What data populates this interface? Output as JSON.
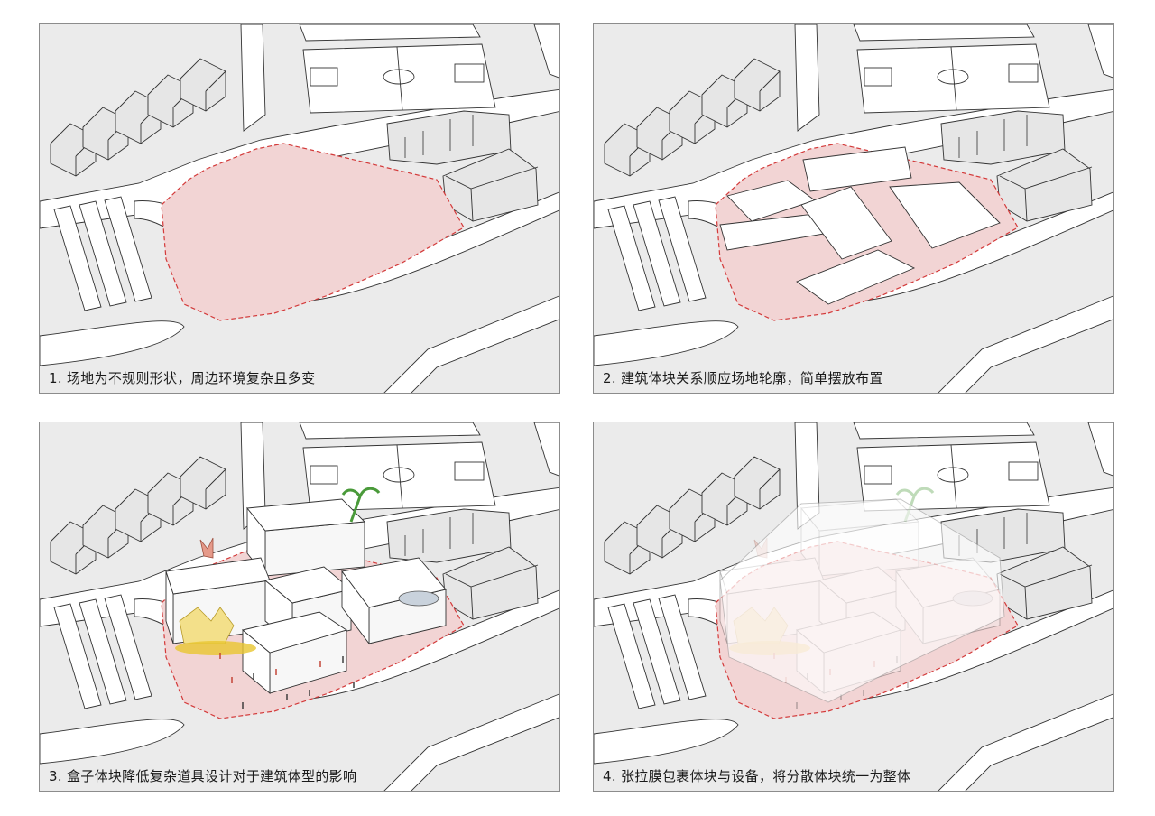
{
  "panels": [
    {
      "caption": "1. 场地为不规则形状，周边环境复杂且多变",
      "stage": "site"
    },
    {
      "caption": "2. 建筑体块关系顺应场地轮廓，简单摆放布置",
      "stage": "blocks"
    },
    {
      "caption": "3. 盒子体块降低复杂道具设计对于建筑体型的影响",
      "stage": "boxes"
    },
    {
      "caption": "4. 张拉膜包裹体块与设备，将分散体块统一为整体",
      "stage": "membrane"
    }
  ],
  "colors": {
    "ground": "#ebebeb",
    "road": "#ffffff",
    "building": "#e6e6e6",
    "site_fill": "#f2d4d4",
    "site_outline": "#d33a3a",
    "line": "#333333"
  }
}
